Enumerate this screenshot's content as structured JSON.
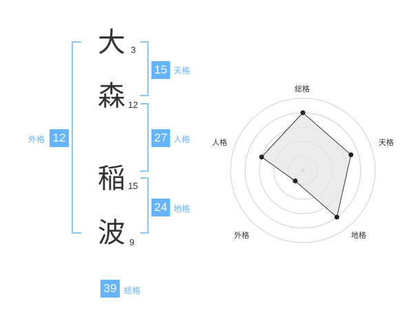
{
  "name": {
    "chars": [
      {
        "char": "大",
        "strokes": "3"
      },
      {
        "char": "森",
        "strokes": "12"
      },
      {
        "char": "稲",
        "strokes": "15"
      },
      {
        "char": "波",
        "strokes": "9"
      }
    ]
  },
  "fortune": {
    "tenkaku": {
      "value": "15",
      "label": "天格"
    },
    "jinkaku": {
      "value": "27",
      "label": "人格"
    },
    "chikaku": {
      "value": "24",
      "label": "地格"
    },
    "gaikaku": {
      "value": "12",
      "label": "外格"
    },
    "soukaku": {
      "value": "39",
      "label": "総格"
    }
  },
  "colors": {
    "badge": "#66b3ff",
    "bracket": "#8cc8f4",
    "text": "#333333"
  },
  "chart_data": {
    "type": "radar",
    "axes": [
      "総格",
      "天格",
      "地格",
      "外格",
      "人格"
    ],
    "values": [
      4,
      3.5,
      4,
      0.9,
      3
    ],
    "max": 5,
    "rings": 5
  }
}
